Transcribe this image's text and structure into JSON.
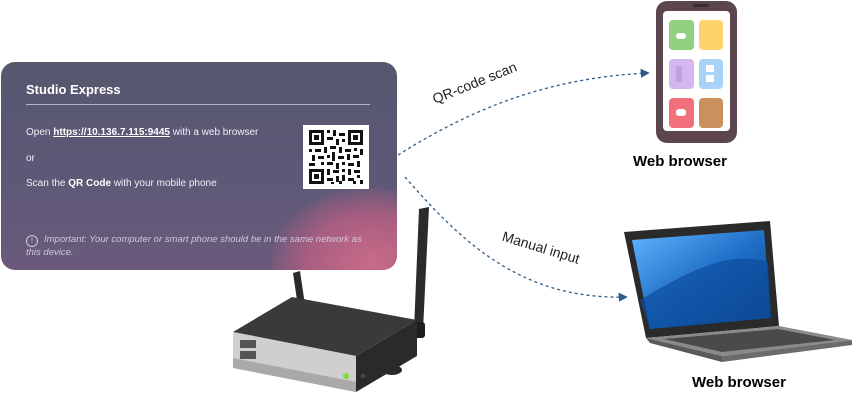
{
  "card": {
    "title": "Studio Express",
    "open_prefix": "Open ",
    "url": "https://10.136.7.115:9445",
    "open_suffix": " with a web browser",
    "or": "or",
    "scan_prefix": "Scan the ",
    "qr_code": "QR Code",
    "scan_suffix": " with your mobile phone",
    "info_symbol": "!",
    "note": "Important: Your computer or smart phone should be in the same network as this device."
  },
  "arrows": {
    "qr_label": "QR-code scan",
    "manual_label": "Manual input"
  },
  "captions": {
    "phone": "Web browser",
    "laptop": "Web browser"
  },
  "icons": [
    "info-icon",
    "qr-code-icon",
    "smartphone-icon",
    "laptop-icon",
    "device-icon",
    "arrow-icon"
  ],
  "colors": {
    "arrow": "#2f5b8a",
    "card_bg": "#57576f",
    "phone_body": "#5b4650",
    "laptop_screen": "#1f6fc7"
  }
}
